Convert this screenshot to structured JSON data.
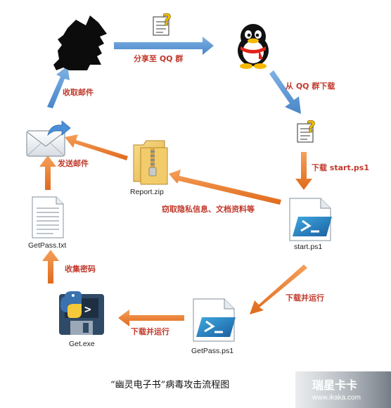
{
  "nodes": {
    "hacker": {
      "icon": "hacker-silhouette-icon"
    },
    "qq": {
      "icon": "qq-penguin-icon"
    },
    "doc_top": {
      "icon": "question-document-icon"
    },
    "doc_right": {
      "icon": "question-document-icon"
    },
    "report": {
      "label": "Report.zip",
      "icon": "zip-folder-icon"
    },
    "start": {
      "label": "start.ps1",
      "icon": "powershell-file-icon"
    },
    "getpass_txt": {
      "label": "GetPass.txt",
      "icon": "text-file-icon"
    },
    "getpass_ps1": {
      "label": "GetPass.ps1",
      "icon": "powershell-file-icon"
    },
    "get_exe": {
      "label": "Get.exe",
      "icon": "python-exe-icon"
    },
    "mail": {
      "icon": "email-envelope-icon"
    }
  },
  "edges": {
    "share": "分享至 QQ 群",
    "download_from_qq": "从 QQ 群下载",
    "download_start": "下载 start.ps1",
    "steal": "窃取隐私信息、文档资料等",
    "download_run_right": "下载并运行",
    "download_run_bottom": "下载并运行",
    "collect_password": "收集密码",
    "send_mail": "发送邮件",
    "receive_mail": "收取邮件"
  },
  "caption": "“幽灵电子书”病毒攻击流程图",
  "watermark": {
    "brand": "瑞星卡卡",
    "url": "www.ikaka.com"
  },
  "colors": {
    "blue_arrow": "#5b9bd5",
    "orange_arrow": "#ed7d31",
    "label_red": "#c0392b"
  }
}
